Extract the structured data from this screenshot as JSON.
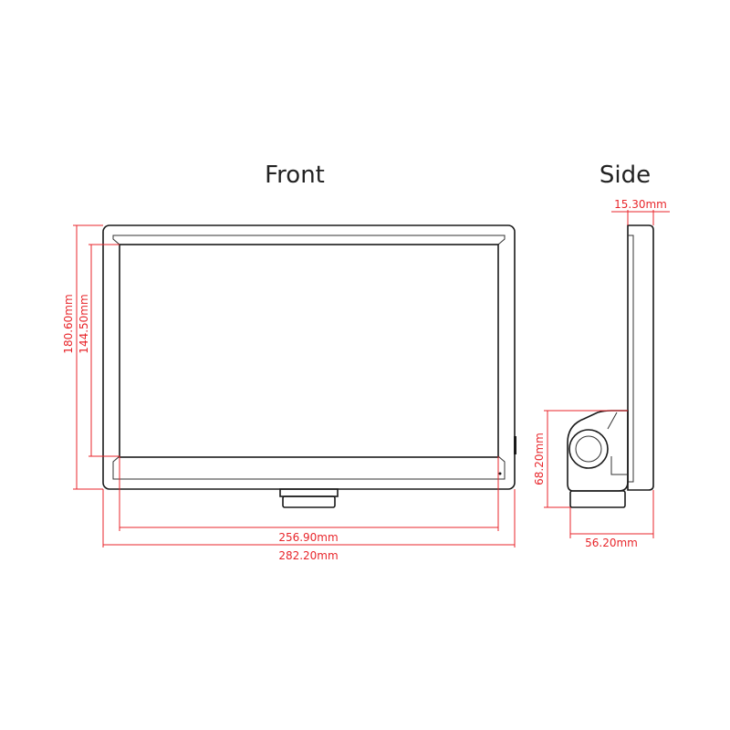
{
  "views": {
    "front_title": "Front",
    "side_title": "Side"
  },
  "dimensions": {
    "outer_width": "282.20mm",
    "screen_width": "256.90mm",
    "outer_height": "180.60mm",
    "screen_height": "144.50mm",
    "side_depth": "15.30mm",
    "stand_height": "68.20mm",
    "stand_depth": "56.20mm"
  },
  "colors": {
    "dimension": "#e8262b",
    "outline": "#1a1a1a"
  }
}
